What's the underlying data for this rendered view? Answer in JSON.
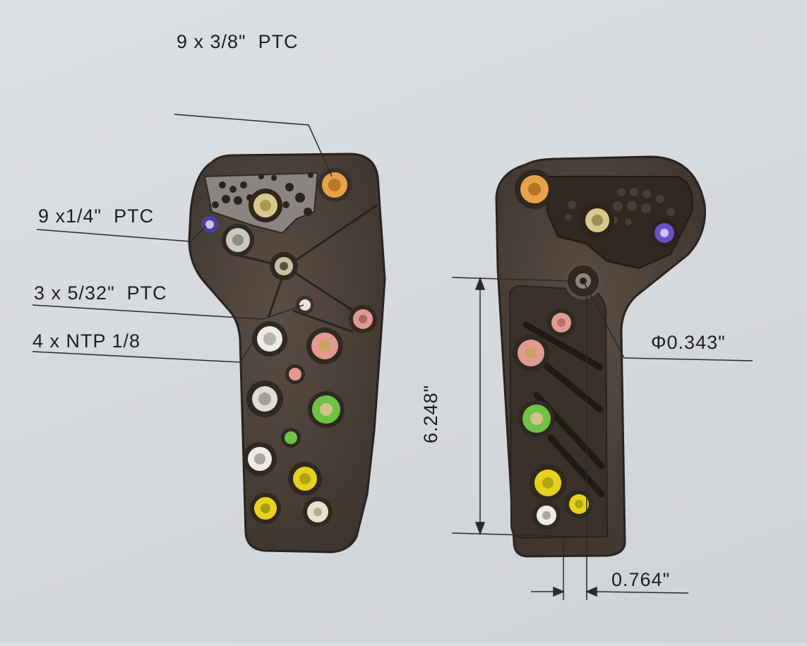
{
  "labels": {
    "ptc_3_8": "9 x 3/8\"  PTC",
    "ptc_1_4": "9 x1/4\"  PTC",
    "ptc_5_32": "3 x 5/32\"  PTC",
    "ntp": "4 x NTP 1/8",
    "diameter": "Φ0.343\"",
    "length": "6.248\"",
    "offset": "0.764\""
  },
  "colors": {
    "background": "#d8dbdf",
    "plate": "#4a3f37",
    "plate_dark": "#2f2823",
    "port_orange": "#e8a24a",
    "port_yellow": "#e6d21c",
    "port_tan": "#d9c88a",
    "port_grey": "#c9c9c4",
    "port_white": "#ecebe5",
    "port_pink": "#e09a92",
    "port_green": "#6fc246",
    "port_purple": "#6b4fc8"
  }
}
